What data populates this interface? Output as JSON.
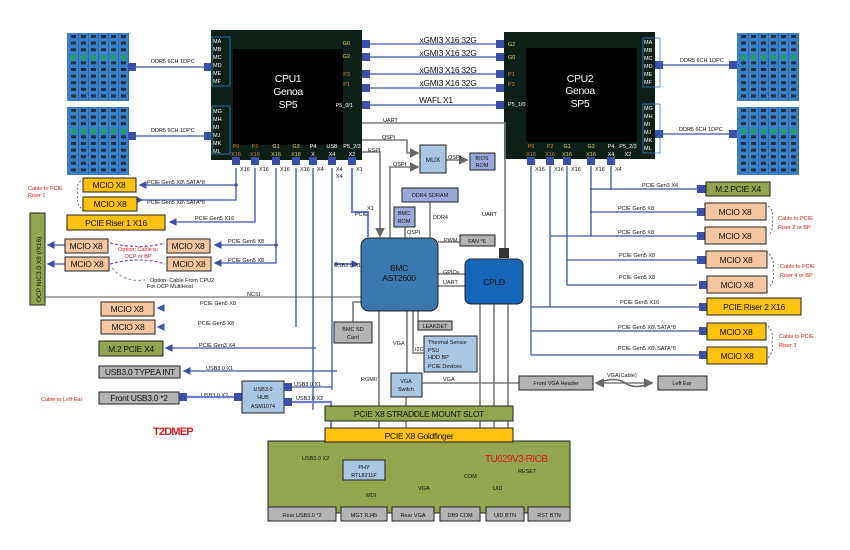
{
  "colors": {
    "pcie_line": "#3e50a8",
    "mgmt_line": "#7a7a7a",
    "cpu": "#0d2018",
    "dimm": "#3a80c8",
    "bmc": "#3b78b0",
    "cpld": "#1565b8",
    "mcio_peach": "#f5c6a0",
    "mcio_yellow": "#ffc20e",
    "green_box": "#93a54f",
    "gray_box": "#b4b4b4",
    "light_blue_box": "#a9c6e3",
    "annotation_red": "#d42020"
  },
  "cpu1": {
    "name": "CPU1",
    "family": "Genoa",
    "socket": "SP5",
    "mem_channels_top": [
      "MA",
      "MB",
      "MC",
      "MD",
      "ME",
      "MF"
    ],
    "mem_channels_bottom": [
      "MG",
      "MH",
      "MI",
      "MJ",
      "MK",
      "ML"
    ],
    "right_pins": [
      "G0",
      "G2",
      "P3",
      "P1",
      "P5_0/1"
    ],
    "bottom_ports": [
      {
        "name": "P0",
        "width": "X16"
      },
      {
        "name": "P2",
        "width": "X16"
      },
      {
        "name": "G1",
        "width": "X16"
      },
      {
        "name": "G3",
        "width": "X16"
      },
      {
        "name": "P4",
        "width": "X"
      },
      {
        "name": "USB",
        "width": "X4"
      },
      {
        "name": "P5_2/3",
        "width": "X2"
      }
    ],
    "bottom_links": [
      "X16",
      "X16",
      "X16",
      "X16",
      "X4",
      "X4",
      "X1"
    ]
  },
  "cpu2": {
    "name": "CPU2",
    "family": "Genoa",
    "socket": "SP5",
    "mem_channels_top": [
      "MA",
      "MB",
      "MC",
      "MD",
      "ME",
      "MF"
    ],
    "mem_channels_bottom": [
      "MG",
      "MH",
      "MI",
      "MJ",
      "MK",
      "ML"
    ],
    "left_pins": [
      "G2",
      "G0",
      "P1",
      "P3",
      "P5_1/0"
    ],
    "bottom_ports": [
      {
        "name": "P0",
        "width": "X16"
      },
      {
        "name": "P2",
        "width": "X16"
      },
      {
        "name": "G1",
        "width": "X16"
      },
      {
        "name": "G3",
        "width": "X16"
      },
      {
        "name": "P4",
        "width": "X4"
      },
      {
        "name": "P5_2/3",
        "width": "X2"
      }
    ],
    "bottom_links": [
      "X16",
      "X16",
      "X16",
      "X16",
      "X4"
    ]
  },
  "memory": {
    "link": "DDR5 6CH 1DPC"
  },
  "interconnect": {
    "xgmi": [
      "xGMI3 X16  32G",
      "xGMI3 X16  32G",
      "xGMI3 X16  32G",
      "xGMI3 X16  32G"
    ],
    "wafl": "WAFL X1"
  },
  "left": {
    "mcio_sata_1": "MCIO X8",
    "mcio_sata_2": "MCIO X8",
    "sata_link": "PCIE Gen5 X8\\ SATA*8",
    "cable_riser1": "Cable  to PCIE Riser 1",
    "riser1": "PCIE Riser 1  X16",
    "riser1_link": "PCIE Gen5 X16",
    "ocp": "OCP NIC3.0 X8 (/X16)",
    "ocp_mcio_a": "MCIO X8",
    "ocp_mcio_b": "MCIO X8",
    "cpu_mcio_a": "MCIO X8",
    "cpu_mcio_b": "MCIO X8",
    "gen5x8": "PCIE Gen5 X8",
    "option_cable": "Option: Cable to OCP or BP",
    "option_multihost_1": "Option: Cable From CPU2",
    "option_multihost_2": "For OCP MultiHost",
    "ncsi": "NCSI",
    "mcio_c": "MCIO X8",
    "mcio_d": "MCIO X8",
    "m2": "M.2 PCIE X4",
    "m2_link": "PCIE Gen3 X4",
    "usb_typea": "USB3.0 TYPEA INT",
    "usb_x1": "USB3.0 X1",
    "front_usb": "Front USB3.0 *2",
    "usb_x2": "USB3.0 X2",
    "cable_left_ear": "Cable to Left Ear",
    "hub_1": "USB3.0",
    "hub_2": "HUB",
    "hub_3": "ASM1074",
    "hub_x1": "USB3.0 X1",
    "hub_x2": "USB3.0 X2",
    "board_name": "T2DMEP"
  },
  "center": {
    "uart": "UART",
    "qspi": "QSPI",
    "espi": "ESPI",
    "mux": "MUX",
    "bios_rom_1": "BIOS",
    "bios_rom_2": "ROM",
    "ddr4_sdram": "DDR4 SDRAM",
    "ddr4": "DDR4",
    "bmc_rom_1": "BMC",
    "bmc_rom_2": "ROM",
    "pcie": "PCIE",
    "x1": "X1",
    "usb20": "USB2.0 X1",
    "pwm": "PWM",
    "fan": "FAN *6",
    "bmc_1": "BMC",
    "bmc_2": "AST2600",
    "gpios": "GPIOs",
    "uart2": "UART",
    "cpld": "CPLD",
    "sd_1": "BMC SD",
    "sd_2": "Card",
    "leakdet": "LEAKDET",
    "i2c": "I2C",
    "sensors": [
      "Thermal Sensor",
      "PSU",
      "HDD BP",
      "PCIE Devices"
    ],
    "vga": "VGA",
    "rgmii": "RGMII",
    "vga_switch_1": "VGA",
    "vga_switch_2": "Switch",
    "front_vga": "Front VGA Header",
    "vga_cable": "VGA(Cable)",
    "left_ear": "Left Ear"
  },
  "riser_board": {
    "straddle": "PCIE X8 STRADDLE MOUNT SLOT",
    "goldfinger": "PCIE X8 Goldfinger",
    "name": "TU629V3-RICB",
    "usb_x2": "USB3.0 X2",
    "phy_1": "PHY",
    "phy_2": "RTL8211F",
    "mdi": "MDI",
    "vga": "VGA",
    "com": "COM",
    "uid": "UID",
    "reset": "RESET",
    "ports": [
      "Rear USB3.0 *2",
      "MGT  RJ45",
      "Rear VGA",
      "DB9 COM",
      "UID BTN",
      "RST BTN"
    ]
  },
  "right": {
    "m2": "M.2 PCIE X4",
    "m2_link": "PCIE Gen3 X4",
    "mcio": [
      "MCIO X8",
      "MCIO X8",
      "MCIO X8",
      "MCIO X8"
    ],
    "gen5x8": "PCIE Gen5 X8",
    "cable_riser2_1": "Cable to PCIE",
    "cable_riser2_2": "Riser 2 or BP",
    "cable_riser4_1": "Cable to PCIE",
    "cable_riser4_2": "Riser 4 or BP",
    "riser2": "PCIE Riser 2  X16",
    "riser2_link": "PCIE Gen5 X16",
    "mcio_sata": [
      "MCIO X8",
      "MCIO X8"
    ],
    "sata_link": "PCIE Gen5 X8\\ SATA*8",
    "cable_riser3_1": "Cable to PCIE",
    "cable_riser3_2": "Riser 3"
  }
}
